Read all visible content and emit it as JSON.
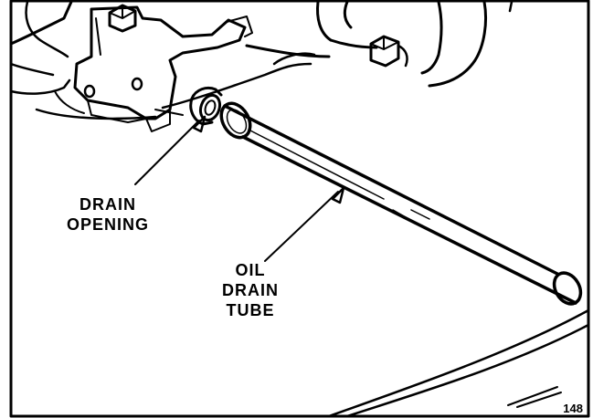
{
  "labels": {
    "drain_opening": [
      "DRAIN",
      "OPENING"
    ],
    "oil_drain_tube": [
      "OIL",
      "DRAIN",
      "TUBE"
    ]
  },
  "figure_number": "148",
  "colors": {
    "ink": "#000000",
    "paper": "#ffffff"
  }
}
